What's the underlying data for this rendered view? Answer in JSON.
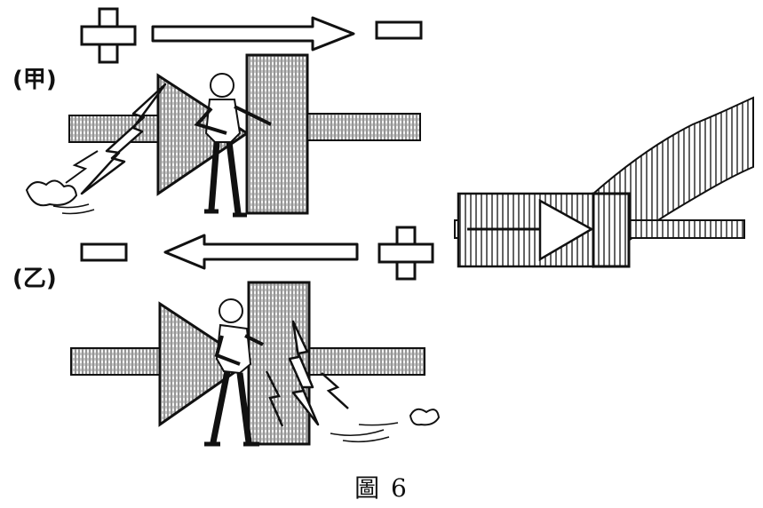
{
  "panel_a": {
    "label": "(甲)",
    "left_sign": "+",
    "right_sign": "−"
  },
  "panel_b": {
    "label": "(乙)",
    "left_sign": "−",
    "right_sign": "+"
  },
  "caption": "圖 6"
}
